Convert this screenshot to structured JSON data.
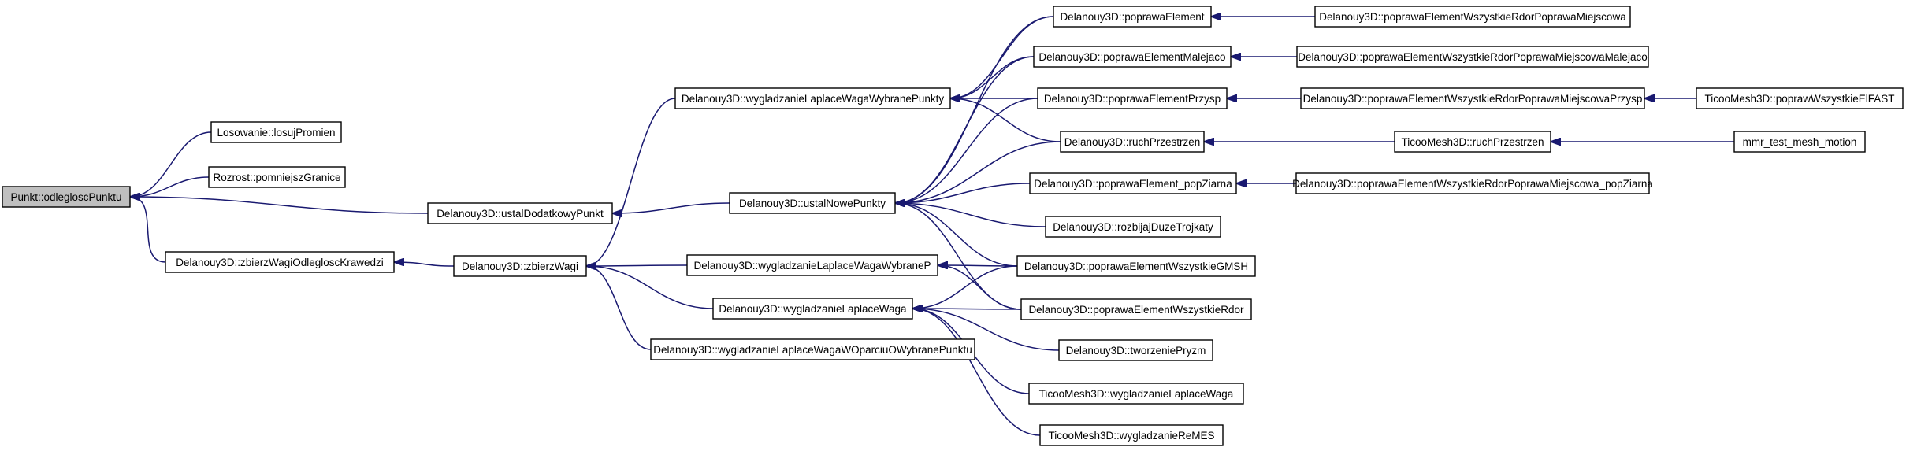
{
  "graph": {
    "nodes": [
      {
        "id": "root",
        "label": "Punkt::odlegloscPunktu"
      },
      {
        "id": "losowanie",
        "label": "Losowanie::losujPromien"
      },
      {
        "id": "rozrost",
        "label": "Rozrost::pomniejszGranice"
      },
      {
        "id": "ustalDodatkowy",
        "label": "Delanouy3D::ustalDodatkowyPunkt"
      },
      {
        "id": "zbierzWagiOdl",
        "label": "Delanouy3D::zbierzWagiOdlegloscKrawedzi"
      },
      {
        "id": "zbierzWagi",
        "label": "Delanouy3D::zbierzWagi"
      },
      {
        "id": "ustalNowe",
        "label": "Delanouy3D::ustalNowePunkty"
      },
      {
        "id": "wygWybranePunkty",
        "label": "Delanouy3D::wygladzanieLaplaceWagaWybranePunkty"
      },
      {
        "id": "wygWybraneP",
        "label": "Delanouy3D::wygladzanieLaplaceWagaWybraneP"
      },
      {
        "id": "wygWaga",
        "label": "Delanouy3D::wygladzanieLaplaceWaga"
      },
      {
        "id": "wygWOparciu",
        "label": "Delanouy3D::wygladzanieLaplaceWagaWOparciuOWybranePunktu"
      },
      {
        "id": "popElement",
        "label": "Delanouy3D::poprawaElement"
      },
      {
        "id": "popMalejaco",
        "label": "Delanouy3D::poprawaElementMalejaco"
      },
      {
        "id": "popPrzysp",
        "label": "Delanouy3D::poprawaElementPrzysp"
      },
      {
        "id": "ruchPrzestrzen",
        "label": "Delanouy3D::ruchPrzestrzen"
      },
      {
        "id": "popZiarna",
        "label": "Delanouy3D::poprawaElement_popZiarna"
      },
      {
        "id": "rozbijaj",
        "label": "Delanouy3D::rozbijajDuzeTrojkaty"
      },
      {
        "id": "popGMSH",
        "label": "Delanouy3D::poprawaElementWszystkieGMSH"
      },
      {
        "id": "popRdor",
        "label": "Delanouy3D::poprawaElementWszystkieRdor"
      },
      {
        "id": "tworzenie",
        "label": "Delanouy3D::tworzeniePryzm"
      },
      {
        "id": "ticoWyg",
        "label": "TicooMesh3D::wygladzanieLaplaceWaga"
      },
      {
        "id": "ticoReMES",
        "label": "TicooMesh3D::wygladzanieReMES"
      },
      {
        "id": "popMiejscowa",
        "label": "Delanouy3D::poprawaElementWszystkieRdorPoprawaMiejscowa"
      },
      {
        "id": "popMiejscowaMalejaco",
        "label": "Delanouy3D::poprawaElementWszystkieRdorPoprawaMiejscowaMalejaco"
      },
      {
        "id": "popMiejscowaPrzysp",
        "label": "Delanouy3D::poprawaElementWszystkieRdorPoprawaMiejscowaPrzysp"
      },
      {
        "id": "ticoRuch",
        "label": "TicooMesh3D::ruchPrzestrzen"
      },
      {
        "id": "popMiejscowaZiarna",
        "label": "Delanouy3D::poprawaElementWszystkieRdorPoprawaMiejscowa_popZiarna"
      },
      {
        "id": "ticoPoprawEIFAST",
        "label": "TicooMesh3D::poprawWszystkieElFAST"
      },
      {
        "id": "mmrTest",
        "label": "mmr_test_mesh_motion"
      }
    ],
    "edges": [
      {
        "from": "losowanie",
        "to": "root"
      },
      {
        "from": "rozrost",
        "to": "root"
      },
      {
        "from": "ustalDodatkowy",
        "to": "root"
      },
      {
        "from": "zbierzWagiOdl",
        "to": "root"
      },
      {
        "from": "ustalNowe",
        "to": "ustalDodatkowy"
      },
      {
        "from": "zbierzWagi",
        "to": "zbierzWagiOdl"
      },
      {
        "from": "wygWybranePunkty",
        "to": "zbierzWagi"
      },
      {
        "from": "wygWybraneP",
        "to": "zbierzWagi"
      },
      {
        "from": "wygWaga",
        "to": "zbierzWagi"
      },
      {
        "from": "wygWOparciu",
        "to": "zbierzWagi"
      },
      {
        "from": "popElement",
        "to": "wygWybranePunkty"
      },
      {
        "from": "popMalejaco",
        "to": "wygWybranePunkty"
      },
      {
        "from": "popPrzysp",
        "to": "wygWybranePunkty"
      },
      {
        "from": "ruchPrzestrzen",
        "to": "wygWybranePunkty"
      },
      {
        "from": "popElement",
        "to": "ustalNowe"
      },
      {
        "from": "popMalejaco",
        "to": "ustalNowe"
      },
      {
        "from": "popPrzysp",
        "to": "ustalNowe"
      },
      {
        "from": "ruchPrzestrzen",
        "to": "ustalNowe"
      },
      {
        "from": "popZiarna",
        "to": "ustalNowe"
      },
      {
        "from": "rozbijaj",
        "to": "ustalNowe"
      },
      {
        "from": "popGMSH",
        "to": "ustalNowe"
      },
      {
        "from": "popRdor",
        "to": "ustalNowe"
      },
      {
        "from": "popGMSH",
        "to": "wygWybraneP"
      },
      {
        "from": "popRdor",
        "to": "wygWybraneP"
      },
      {
        "from": "popGMSH",
        "to": "wygWaga"
      },
      {
        "from": "popRdor",
        "to": "wygWaga"
      },
      {
        "from": "tworzenie",
        "to": "wygWaga"
      },
      {
        "from": "ticoWyg",
        "to": "wygWaga"
      },
      {
        "from": "ticoReMES",
        "to": "wygWaga"
      },
      {
        "from": "popMiejscowa",
        "to": "popElement"
      },
      {
        "from": "popMiejscowaMalejaco",
        "to": "popMalejaco"
      },
      {
        "from": "popMiejscowaPrzysp",
        "to": "popPrzysp"
      },
      {
        "from": "ticoPoprawEIFAST",
        "to": "popMiejscowaPrzysp"
      },
      {
        "from": "ticoRuch",
        "to": "ruchPrzestrzen"
      },
      {
        "from": "mmrTest",
        "to": "ticoRuch"
      },
      {
        "from": "popMiejscowaZiarna",
        "to": "popZiarna"
      }
    ]
  }
}
